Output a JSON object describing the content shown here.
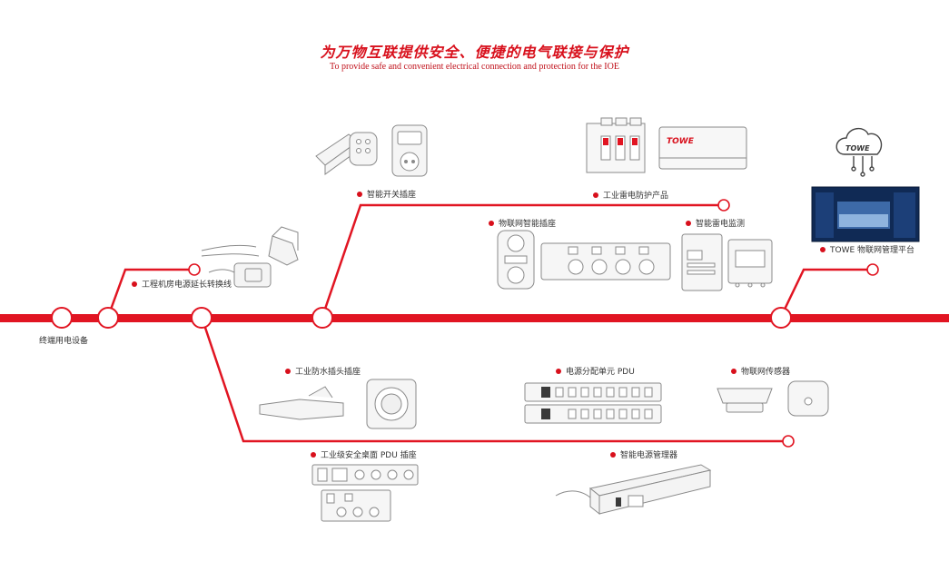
{
  "header": {
    "title_cn": "为万物互联提供安全、便捷的电气联接与保护",
    "title_en": "To provide safe and convenient electrical connection and protection for the IOE"
  },
  "colors": {
    "accent": "#d8101c",
    "line": "#e11522",
    "sketch": "#8a8a8a"
  },
  "nodes": {
    "terminal": "终端用电设备",
    "extension_cable": "工程机房电源延长转换线",
    "smart_switch": "智能开关插座",
    "lightning_protection": "工业雷电防护产品",
    "iot_smart_socket": "物联网智能插座",
    "lightning_monitor": "智能雷电监测",
    "towe_platform": "TOWE 物联网管理平台",
    "waterproof_plug": "工业防水插头插座",
    "pdu": "电源分配单元 PDU",
    "iot_sensor": "物联网传感器",
    "desktop_pdu": "工业级安全桌面 PDU 插座",
    "smart_power_manager": "智能电源管理器"
  },
  "brand": {
    "logo_text": "TOWE"
  }
}
